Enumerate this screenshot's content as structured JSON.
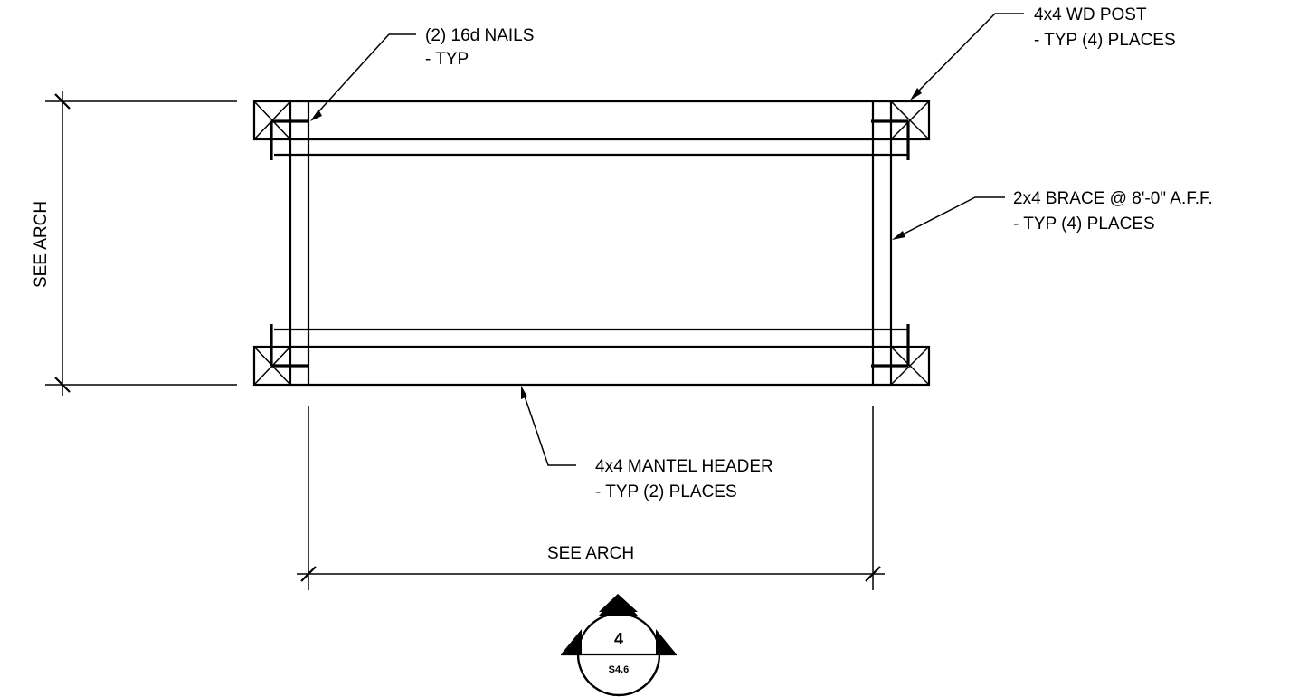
{
  "callouts": {
    "nails": {
      "line1": "(2) 16d NAILS",
      "line2": "- TYP"
    },
    "post": {
      "line1": "4x4 WD POST",
      "line2": "- TYP (4) PLACES"
    },
    "brace": {
      "line1": "2x4 BRACE @ 8'-0\" A.F.F.",
      "line2": "- TYP (4) PLACES"
    },
    "header": {
      "line1": "4x4 MANTEL HEADER",
      "line2": "- TYP (2) PLACES"
    }
  },
  "dimensions": {
    "vertical": "SEE ARCH",
    "horizontal": "SEE ARCH"
  },
  "section_marker": {
    "detail_number": "4",
    "sheet": "S4.6"
  },
  "colors": {
    "ink": "#000000",
    "background": "#ffffff"
  }
}
